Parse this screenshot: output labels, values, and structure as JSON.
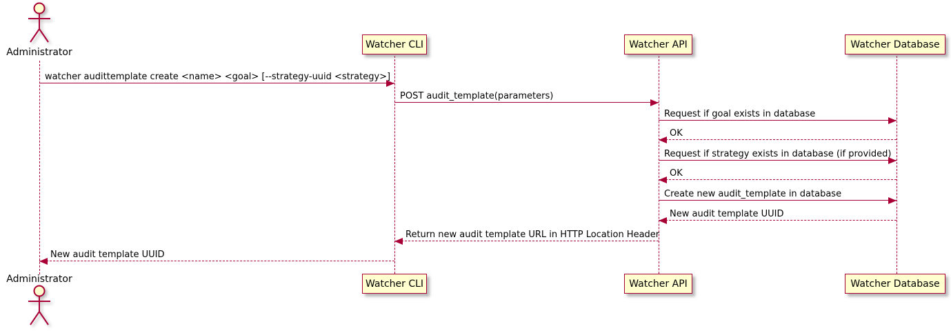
{
  "diagram": {
    "type": "sequence-diagram",
    "colors": {
      "line": "#A80036",
      "participant_fill": "#FEFECE",
      "text": "#000000",
      "background": "#ffffff"
    },
    "actor": {
      "name": "Administrator"
    },
    "participants": [
      {
        "label": "Watcher CLI"
      },
      {
        "label": "Watcher API"
      },
      {
        "label": "Watcher Database"
      }
    ],
    "messages": [
      {
        "from": "Administrator",
        "to": "Watcher CLI",
        "style": "solid",
        "label": "watcher audittemplate create <name> <goal> [--strategy-uuid <strategy>]"
      },
      {
        "from": "Watcher CLI",
        "to": "Watcher API",
        "style": "solid",
        "label": "POST audit_template(parameters)"
      },
      {
        "from": "Watcher API",
        "to": "Watcher Database",
        "style": "solid",
        "label": "Request if goal exists in database"
      },
      {
        "from": "Watcher Database",
        "to": "Watcher API",
        "style": "dashed",
        "label": "OK"
      },
      {
        "from": "Watcher API",
        "to": "Watcher Database",
        "style": "solid",
        "label": "Request if strategy exists in database (if provided)"
      },
      {
        "from": "Watcher Database",
        "to": "Watcher API",
        "style": "dashed",
        "label": "OK"
      },
      {
        "from": "Watcher API",
        "to": "Watcher Database",
        "style": "solid",
        "label": "Create new audit_template in database"
      },
      {
        "from": "Watcher Database",
        "to": "Watcher API",
        "style": "dashed",
        "label": "New audit template UUID"
      },
      {
        "from": "Watcher API",
        "to": "Watcher CLI",
        "style": "dashed",
        "label": "Return new audit template URL in HTTP Location Header"
      },
      {
        "from": "Watcher CLI",
        "to": "Administrator",
        "style": "dashed",
        "label": "New audit template UUID"
      }
    ]
  }
}
